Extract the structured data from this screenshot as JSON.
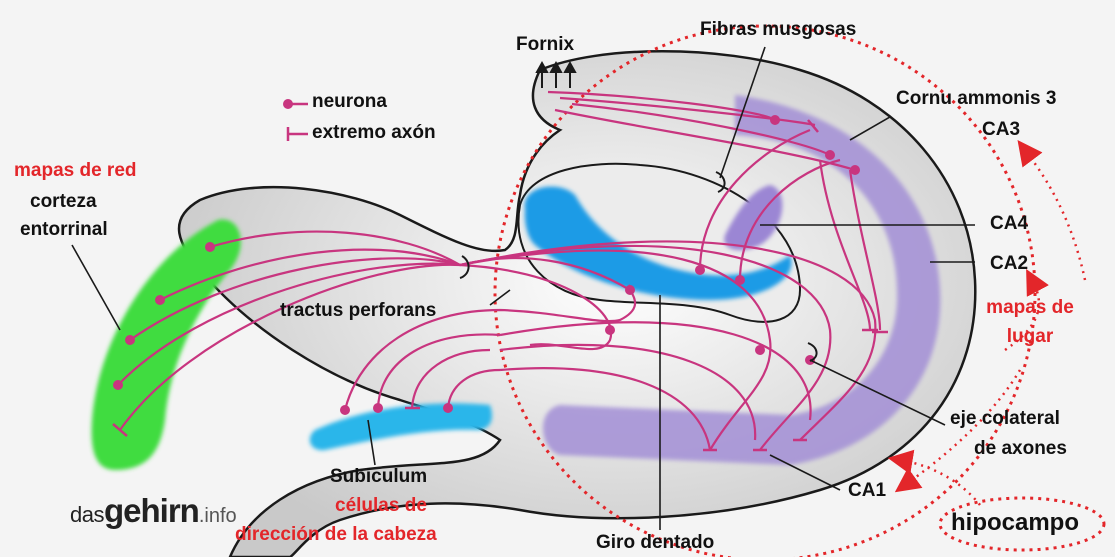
{
  "legend": {
    "neuron_label": "neurona",
    "axon_end_label": "extremo axón"
  },
  "labels": {
    "fornix": "Fornix",
    "fibras_musgosas": "Fibras musgosas",
    "cornu_ammonis": "Cornu ammonis 3",
    "ca3": "CA3",
    "ca4": "CA4",
    "ca2": "CA2",
    "ca1": "CA1",
    "mapas_de_red": "mapas de red",
    "corteza": "corteza",
    "entorrinal": "entorrinal",
    "tractus_perforans": "tractus perforans",
    "mapas_de": "mapas de",
    "lugar": "lugar",
    "eje_colateral": "eje colateral",
    "de_axones": "de axones",
    "subiculum": "Subiculum",
    "celulas_de": "células de",
    "direccion": "dirección de la cabeza",
    "giro_dentado": "Giro dentado",
    "hipocampo": "hipocampo"
  },
  "brand": {
    "part1": "das",
    "part2": "gehirn",
    "part3": ".info"
  },
  "colors": {
    "neuron": "#c8357f",
    "red_label": "#e3262a",
    "entorhinal": "#3fdc3f",
    "dentate": "#1e9be6",
    "ammonis": "#a38fd6",
    "subiculum": "#2bb6ea"
  }
}
